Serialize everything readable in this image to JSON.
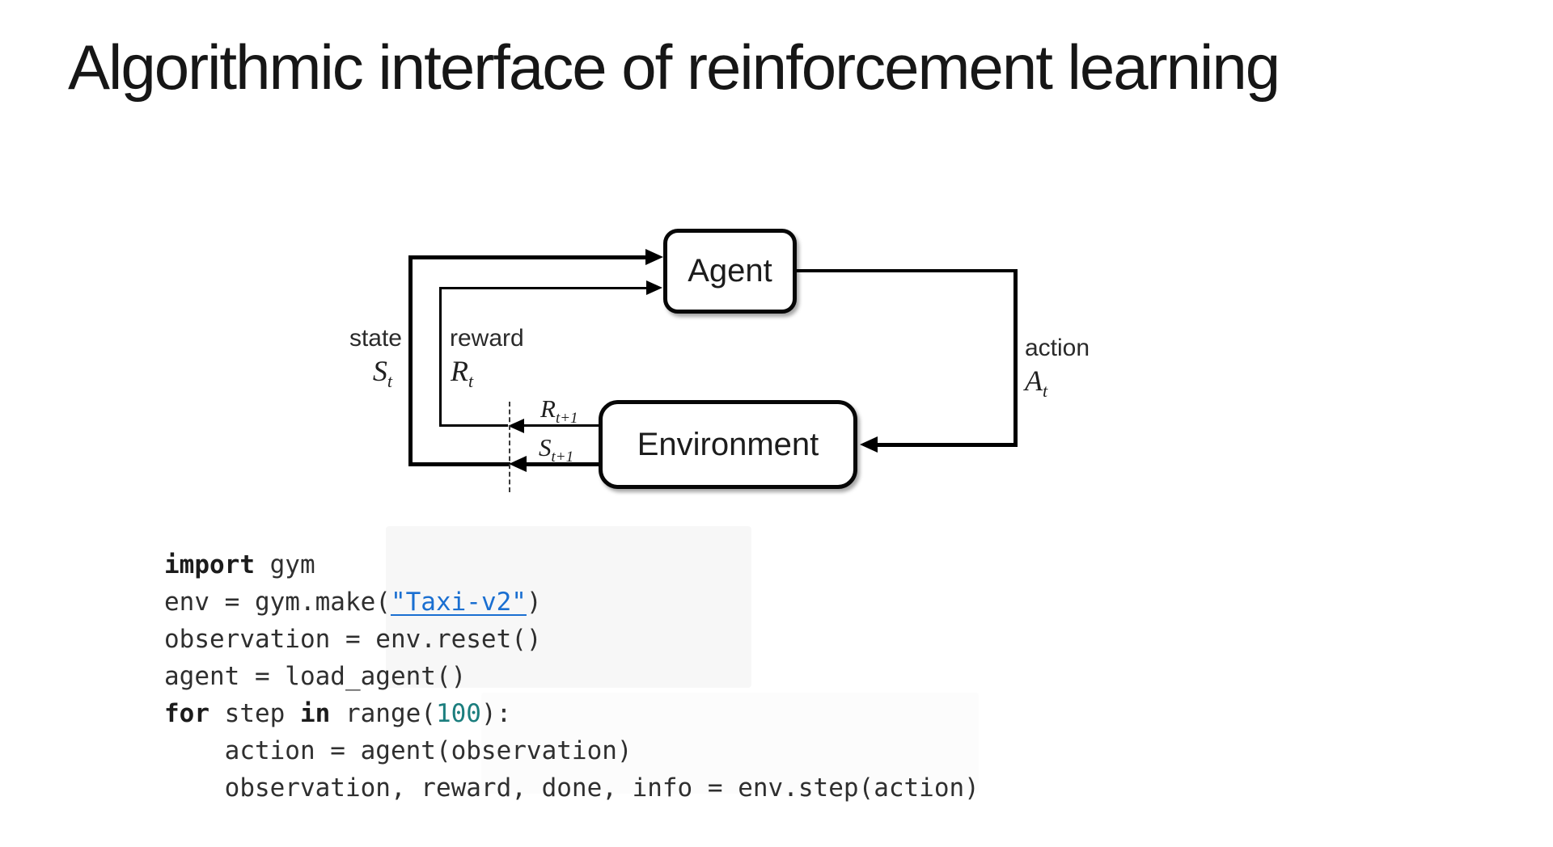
{
  "title": "Algorithmic interface of reinforcement learning",
  "diagram": {
    "line_color": "#000000",
    "agent_label": "Agent",
    "environment_label": "Environment",
    "state": {
      "label": "state",
      "symbol": "S",
      "sub": "t"
    },
    "reward": {
      "label": "reward",
      "symbol": "R",
      "sub": "t"
    },
    "action": {
      "label": "action",
      "symbol": "A",
      "sub": "t"
    },
    "next_reward": {
      "symbol": "R",
      "sub": "t+1"
    },
    "next_state": {
      "symbol": "S",
      "sub": "t+1"
    }
  },
  "code": {
    "syntax_colors": {
      "keyword": "#1c1c1c",
      "number": "#1b7e7e",
      "string_link": "#1a6fd1",
      "plain": "#2f2f2f"
    },
    "lines": [
      {
        "tokens": [
          {
            "text": "import",
            "type": "kw"
          },
          {
            "text": " gym",
            "type": "plain"
          }
        ]
      },
      {
        "tokens": [
          {
            "text": "env = gym.make(",
            "type": "plain"
          },
          {
            "text": "\"Taxi-v2\"",
            "type": "str"
          },
          {
            "text": ")",
            "type": "plain"
          }
        ]
      },
      {
        "tokens": [
          {
            "text": "observation = env.reset()",
            "type": "plain"
          }
        ]
      },
      {
        "tokens": [
          {
            "text": "agent = load_agent()",
            "type": "plain"
          }
        ]
      },
      {
        "tokens": [
          {
            "text": "for",
            "type": "kw"
          },
          {
            "text": " step ",
            "type": "plain"
          },
          {
            "text": "in",
            "type": "kw"
          },
          {
            "text": " range(",
            "type": "plain"
          },
          {
            "text": "100",
            "type": "num"
          },
          {
            "text": "):",
            "type": "plain"
          }
        ]
      },
      {
        "tokens": [
          {
            "text": "    action = agent(observation)",
            "type": "plain"
          }
        ]
      },
      {
        "tokens": [
          {
            "text": "    observation, reward, done, info = env.step(action)",
            "type": "plain"
          }
        ]
      }
    ]
  }
}
